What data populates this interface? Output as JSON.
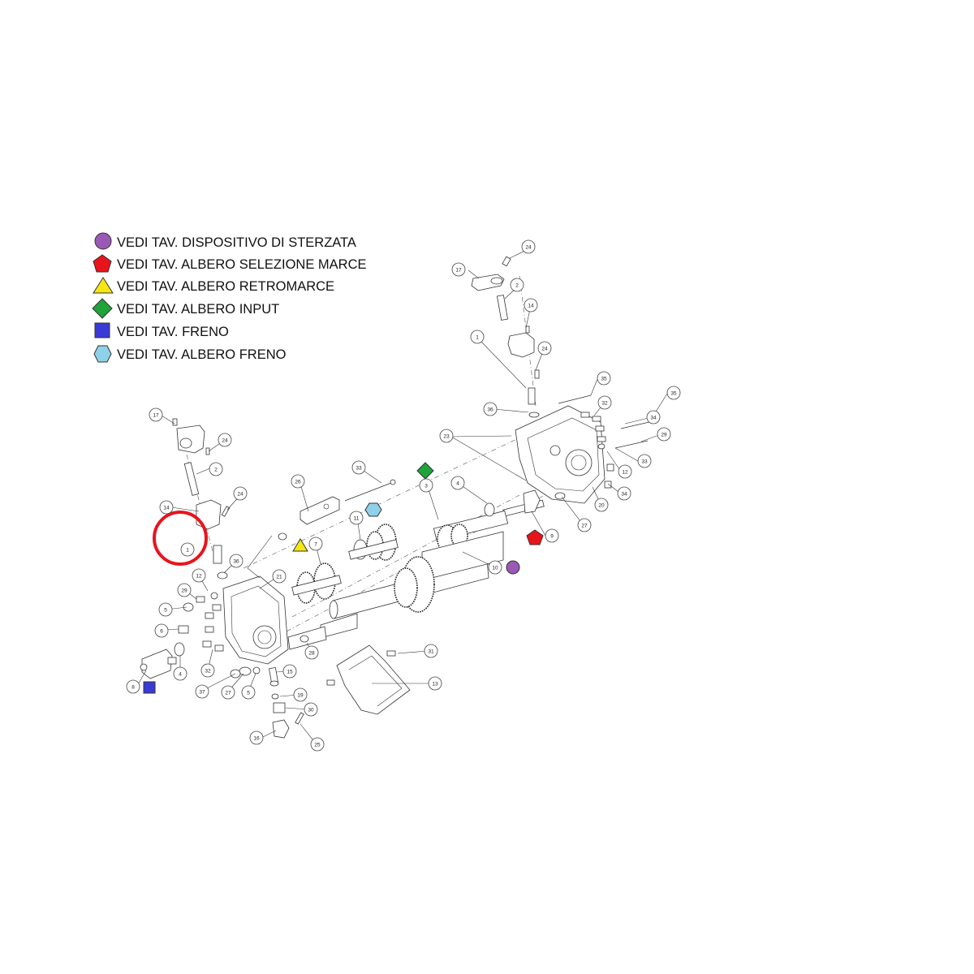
{
  "legend": [
    {
      "shape": "circle",
      "color": "#9b59b6",
      "text": "VEDI TAV. DISPOSITIVO DI STERZATA"
    },
    {
      "shape": "pentagon",
      "color": "#e8141c",
      "text": "VEDI TAV. ALBERO SELEZIONE MARCE"
    },
    {
      "shape": "triangle",
      "color": "#f5e614",
      "text": "VEDI TAV. ALBERO RETROMARCE"
    },
    {
      "shape": "diamond",
      "color": "#1fa33a",
      "text": "VEDI TAV. ALBERO INPUT"
    },
    {
      "shape": "square",
      "color": "#3a3ad6",
      "text": "VEDI TAV. FRENO"
    },
    {
      "shape": "hexagon",
      "color": "#8ed1e8",
      "text": "VEDI TAV. ALBERO FRENO"
    }
  ],
  "callouts": [
    "1",
    "2",
    "3",
    "4",
    "5",
    "6",
    "7",
    "8",
    "9",
    "10",
    "11",
    "12",
    "13",
    "14",
    "15",
    "16",
    "17",
    "19",
    "20",
    "21",
    "23",
    "24",
    "25",
    "26",
    "27",
    "28",
    "29",
    "30",
    "31",
    "32",
    "33",
    "34",
    "35",
    "36",
    "37"
  ],
  "highlight": {
    "color": "#e8141c",
    "target_callout": "1"
  }
}
